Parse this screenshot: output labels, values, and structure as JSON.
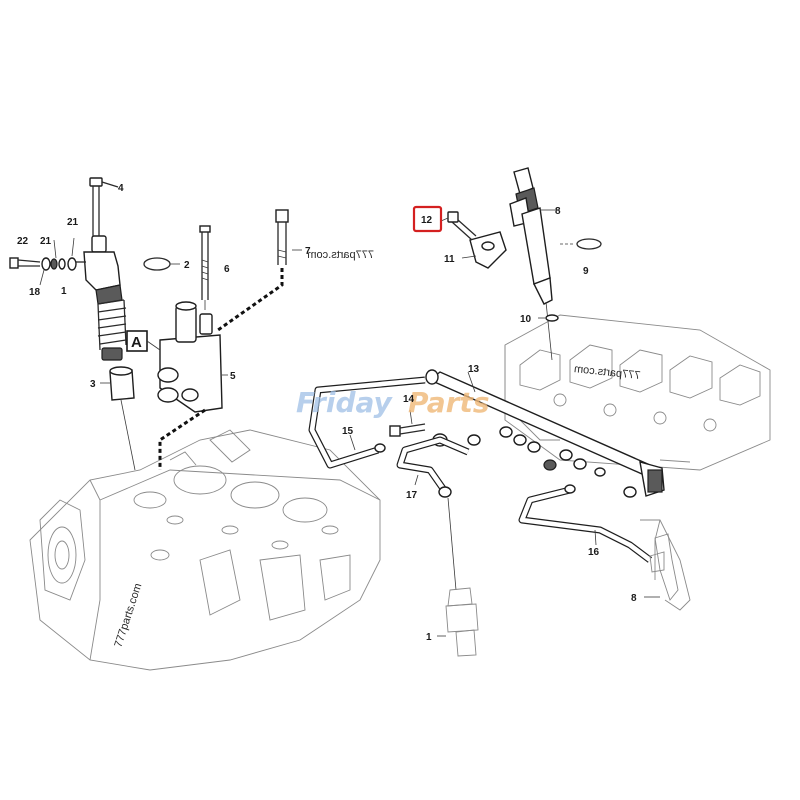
{
  "diagram": {
    "callouts": [
      {
        "id": "c4",
        "text": "4"
      },
      {
        "id": "c21a",
        "text": "21"
      },
      {
        "id": "c22",
        "text": "22"
      },
      {
        "id": "c21b",
        "text": "21"
      },
      {
        "id": "c18",
        "text": "18"
      },
      {
        "id": "c1a",
        "text": "1"
      },
      {
        "id": "c2",
        "text": "2"
      },
      {
        "id": "c6",
        "text": "6"
      },
      {
        "id": "c7",
        "text": "7"
      },
      {
        "id": "c3",
        "text": "3"
      },
      {
        "id": "c5",
        "text": "5"
      },
      {
        "id": "c12",
        "text": "12"
      },
      {
        "id": "c11",
        "text": "11"
      },
      {
        "id": "c8a",
        "text": "8"
      },
      {
        "id": "c9",
        "text": "9"
      },
      {
        "id": "c10",
        "text": "10"
      },
      {
        "id": "c13",
        "text": "13"
      },
      {
        "id": "c14",
        "text": "14"
      },
      {
        "id": "c15",
        "text": "15"
      },
      {
        "id": "c17",
        "text": "17"
      },
      {
        "id": "c16",
        "text": "16"
      },
      {
        "id": "c8b",
        "text": "8"
      },
      {
        "id": "c1b",
        "text": "1"
      }
    ],
    "detail_marker": "A",
    "highlighted_callout": "12",
    "watermarks": [
      {
        "id": "wm1",
        "text": "777parts.com",
        "mirrored": true
      },
      {
        "id": "wm2",
        "text": "777parts.com",
        "mirrored": true
      },
      {
        "id": "wm3",
        "text": "777parts.com",
        "mirrored": false
      }
    ],
    "brand_logo": {
      "part1": "Friday",
      "part2": "Parts"
    },
    "colors": {
      "highlight": "#d42020",
      "line": "#1e1e1e",
      "brand_blue": "#9fc0e6",
      "brand_orange": "#f0b878"
    }
  }
}
